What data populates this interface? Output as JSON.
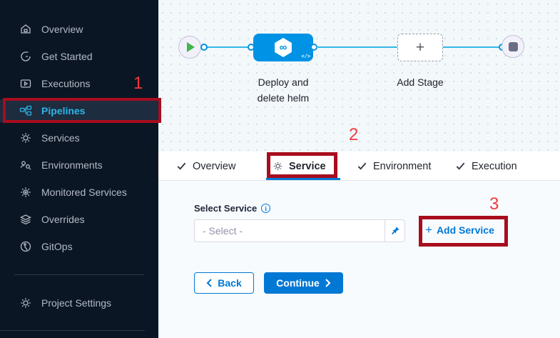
{
  "sidebar": {
    "items": [
      {
        "label": "Overview",
        "icon": "home-icon",
        "active": false
      },
      {
        "label": "Get Started",
        "icon": "restart-icon",
        "active": false
      },
      {
        "label": "Executions",
        "icon": "play-box-icon",
        "active": false
      },
      {
        "label": "Pipelines",
        "icon": "pipeline-icon",
        "active": true
      },
      {
        "label": "Services",
        "icon": "gear-icon",
        "active": false
      },
      {
        "label": "Environments",
        "icon": "group-icon",
        "active": false
      },
      {
        "label": "Monitored Services",
        "icon": "monitored-gear-icon",
        "active": false
      },
      {
        "label": "Overrides",
        "icon": "layers-icon",
        "active": false
      },
      {
        "label": "GitOps",
        "icon": "gitops-icon",
        "active": false
      }
    ],
    "footer_item": {
      "label": "Project Settings",
      "icon": "gear-icon"
    }
  },
  "canvas": {
    "stage_icon_glyph": "∞",
    "stage_code_glyph": "</>",
    "stage_label_line1": "Deploy and",
    "stage_label_line2": "delete helm",
    "add_stage_plus": "+",
    "add_stage_label": "Add Stage"
  },
  "tabs": [
    {
      "label": "Overview",
      "icon": "check-icon",
      "active": false
    },
    {
      "label": "Service",
      "icon": "gear-icon",
      "active": true
    },
    {
      "label": "Environment",
      "icon": "check-icon",
      "active": false
    },
    {
      "label": "Execution",
      "icon": "check-icon",
      "active": false
    }
  ],
  "form": {
    "select_label": "Select Service",
    "info_glyph": "i",
    "select_placeholder": "- Select -",
    "add_service_plus": "+",
    "add_service_label": "Add Service",
    "back_label": "Back",
    "continue_label": "Continue"
  },
  "annotations": {
    "step1": "1",
    "step2": "2",
    "step3": "3"
  },
  "colors": {
    "sidebar_bg": "#0b1624",
    "sidebar_active_bg": "#1d2c3e",
    "accent_cyan": "#00ade4",
    "primary_blue": "#0278d5",
    "stage_blue": "#0092e4",
    "annotation_box_red": "#a80d1e",
    "annotation_number_red": "#f6383e",
    "play_green": "#42b54c",
    "canvas_bg": "#f3f8fa",
    "form_bg": "#f7fbfd"
  }
}
